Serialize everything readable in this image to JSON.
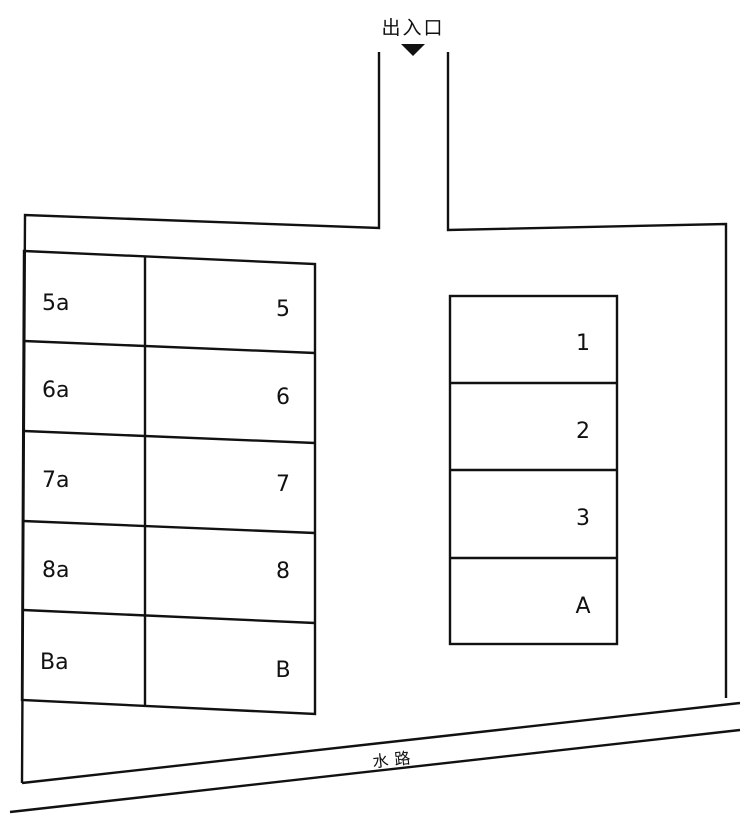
{
  "entrance": {
    "label": "出入口",
    "marker_icon": "triangle-down-icon"
  },
  "waterway": {
    "label": "水路"
  },
  "left_block": {
    "rows": [
      {
        "small": "5a",
        "large": "5"
      },
      {
        "small": "6a",
        "large": "6"
      },
      {
        "small": "7a",
        "large": "7"
      },
      {
        "small": "8a",
        "large": "8"
      },
      {
        "small": "Ba",
        "large": "B"
      }
    ]
  },
  "right_block": {
    "spaces": [
      "1",
      "2",
      "3",
      "A"
    ]
  },
  "colors": {
    "line": "#111111",
    "background": "#ffffff"
  }
}
